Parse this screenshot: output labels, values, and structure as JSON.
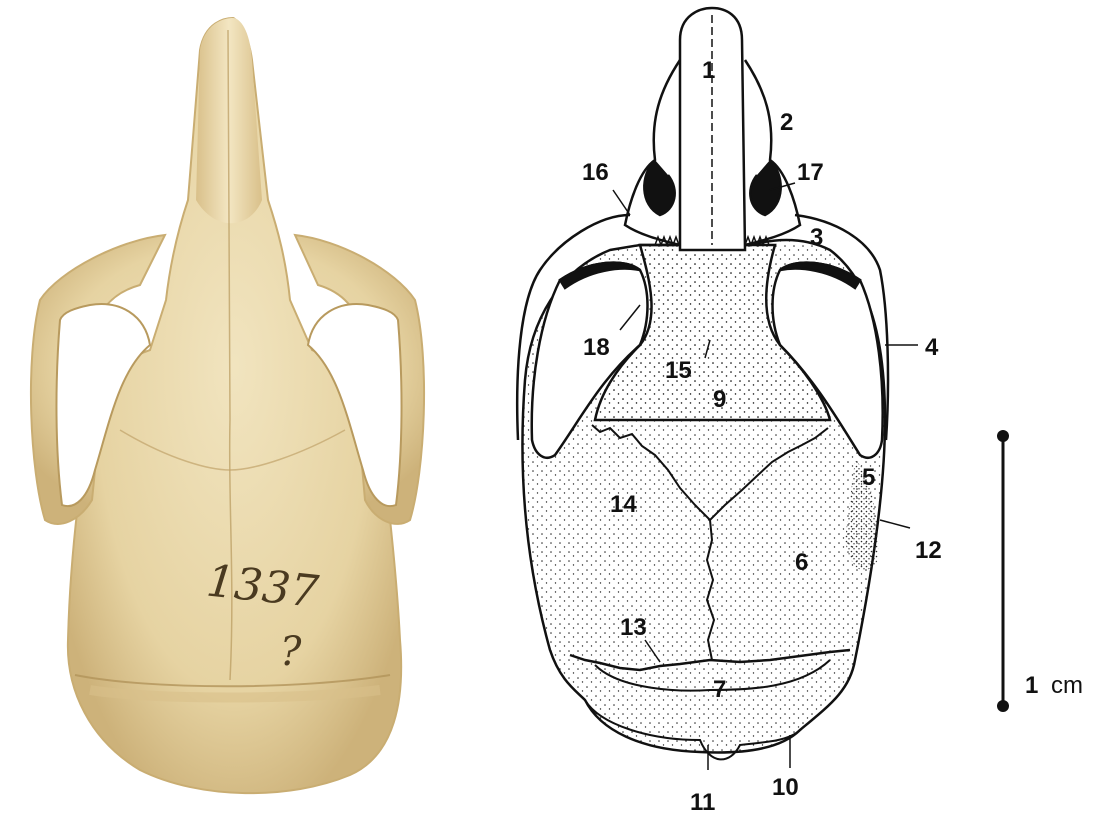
{
  "photo": {
    "specimen_marking": "1337 ?"
  },
  "labels": [
    "1",
    "2",
    "3",
    "4",
    "5",
    "6",
    "7",
    "9",
    "10",
    "11",
    "12",
    "13",
    "14",
    "15",
    "16",
    "17",
    "18"
  ],
  "scale_bar": {
    "value": "1",
    "unit": "cm"
  },
  "colors": {
    "bone": "#e9d9ad",
    "bone_shadow": "#cdb27a",
    "ink": "#111111",
    "stipple": "#2a2a2a"
  }
}
